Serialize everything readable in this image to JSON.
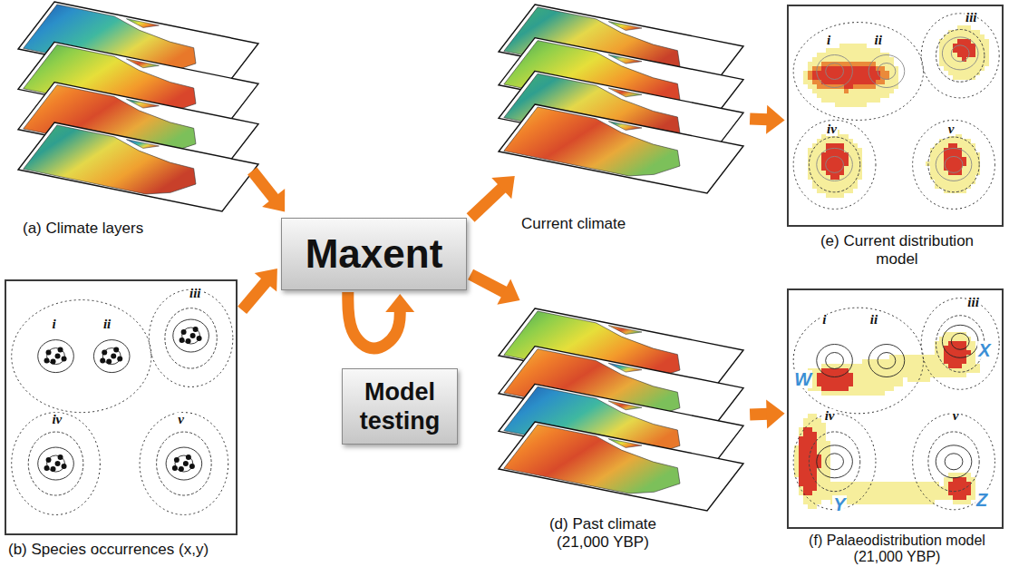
{
  "diagram": {
    "nodes": [
      {
        "text": [
          "(a) Climate layers"
        ]
      },
      {
        "text": [
          "(b) Species occurrences (x,y)"
        ]
      },
      {
        "text": [
          "Maxent"
        ]
      },
      {
        "text": [
          "Model testing"
        ]
      },
      {
        "text": [
          "Current climate"
        ]
      },
      {
        "text": [
          "(d) Past climate (21,000 YBP)"
        ]
      },
      {
        "text": [
          "(e) Current distribution model"
        ]
      },
      {
        "text": [
          "(f) Palaeodistribution model (21,000 YBP)"
        ]
      }
    ],
    "edges": [
      {
        "from": 0,
        "to": 2,
        "arrow": "to"
      },
      {
        "from": 1,
        "to": 2,
        "arrow": "to"
      },
      {
        "from": 2,
        "to": 2,
        "arrow": "to"
      },
      {
        "from": 2,
        "to": 4,
        "arrow": "to"
      },
      {
        "from": 2,
        "to": 5,
        "arrow": "to"
      },
      {
        "from": 4,
        "to": 6,
        "arrow": "to"
      },
      {
        "from": 5,
        "to": 7,
        "arrow": "to"
      }
    ],
    "labels": [
      "i",
      "ii",
      "iii",
      "iv",
      "v",
      "i",
      "ii",
      "iii",
      "iv",
      "v",
      "i",
      "ii",
      "iii",
      "W",
      "X",
      "iv",
      "v",
      "Y",
      "Z"
    ]
  }
}
